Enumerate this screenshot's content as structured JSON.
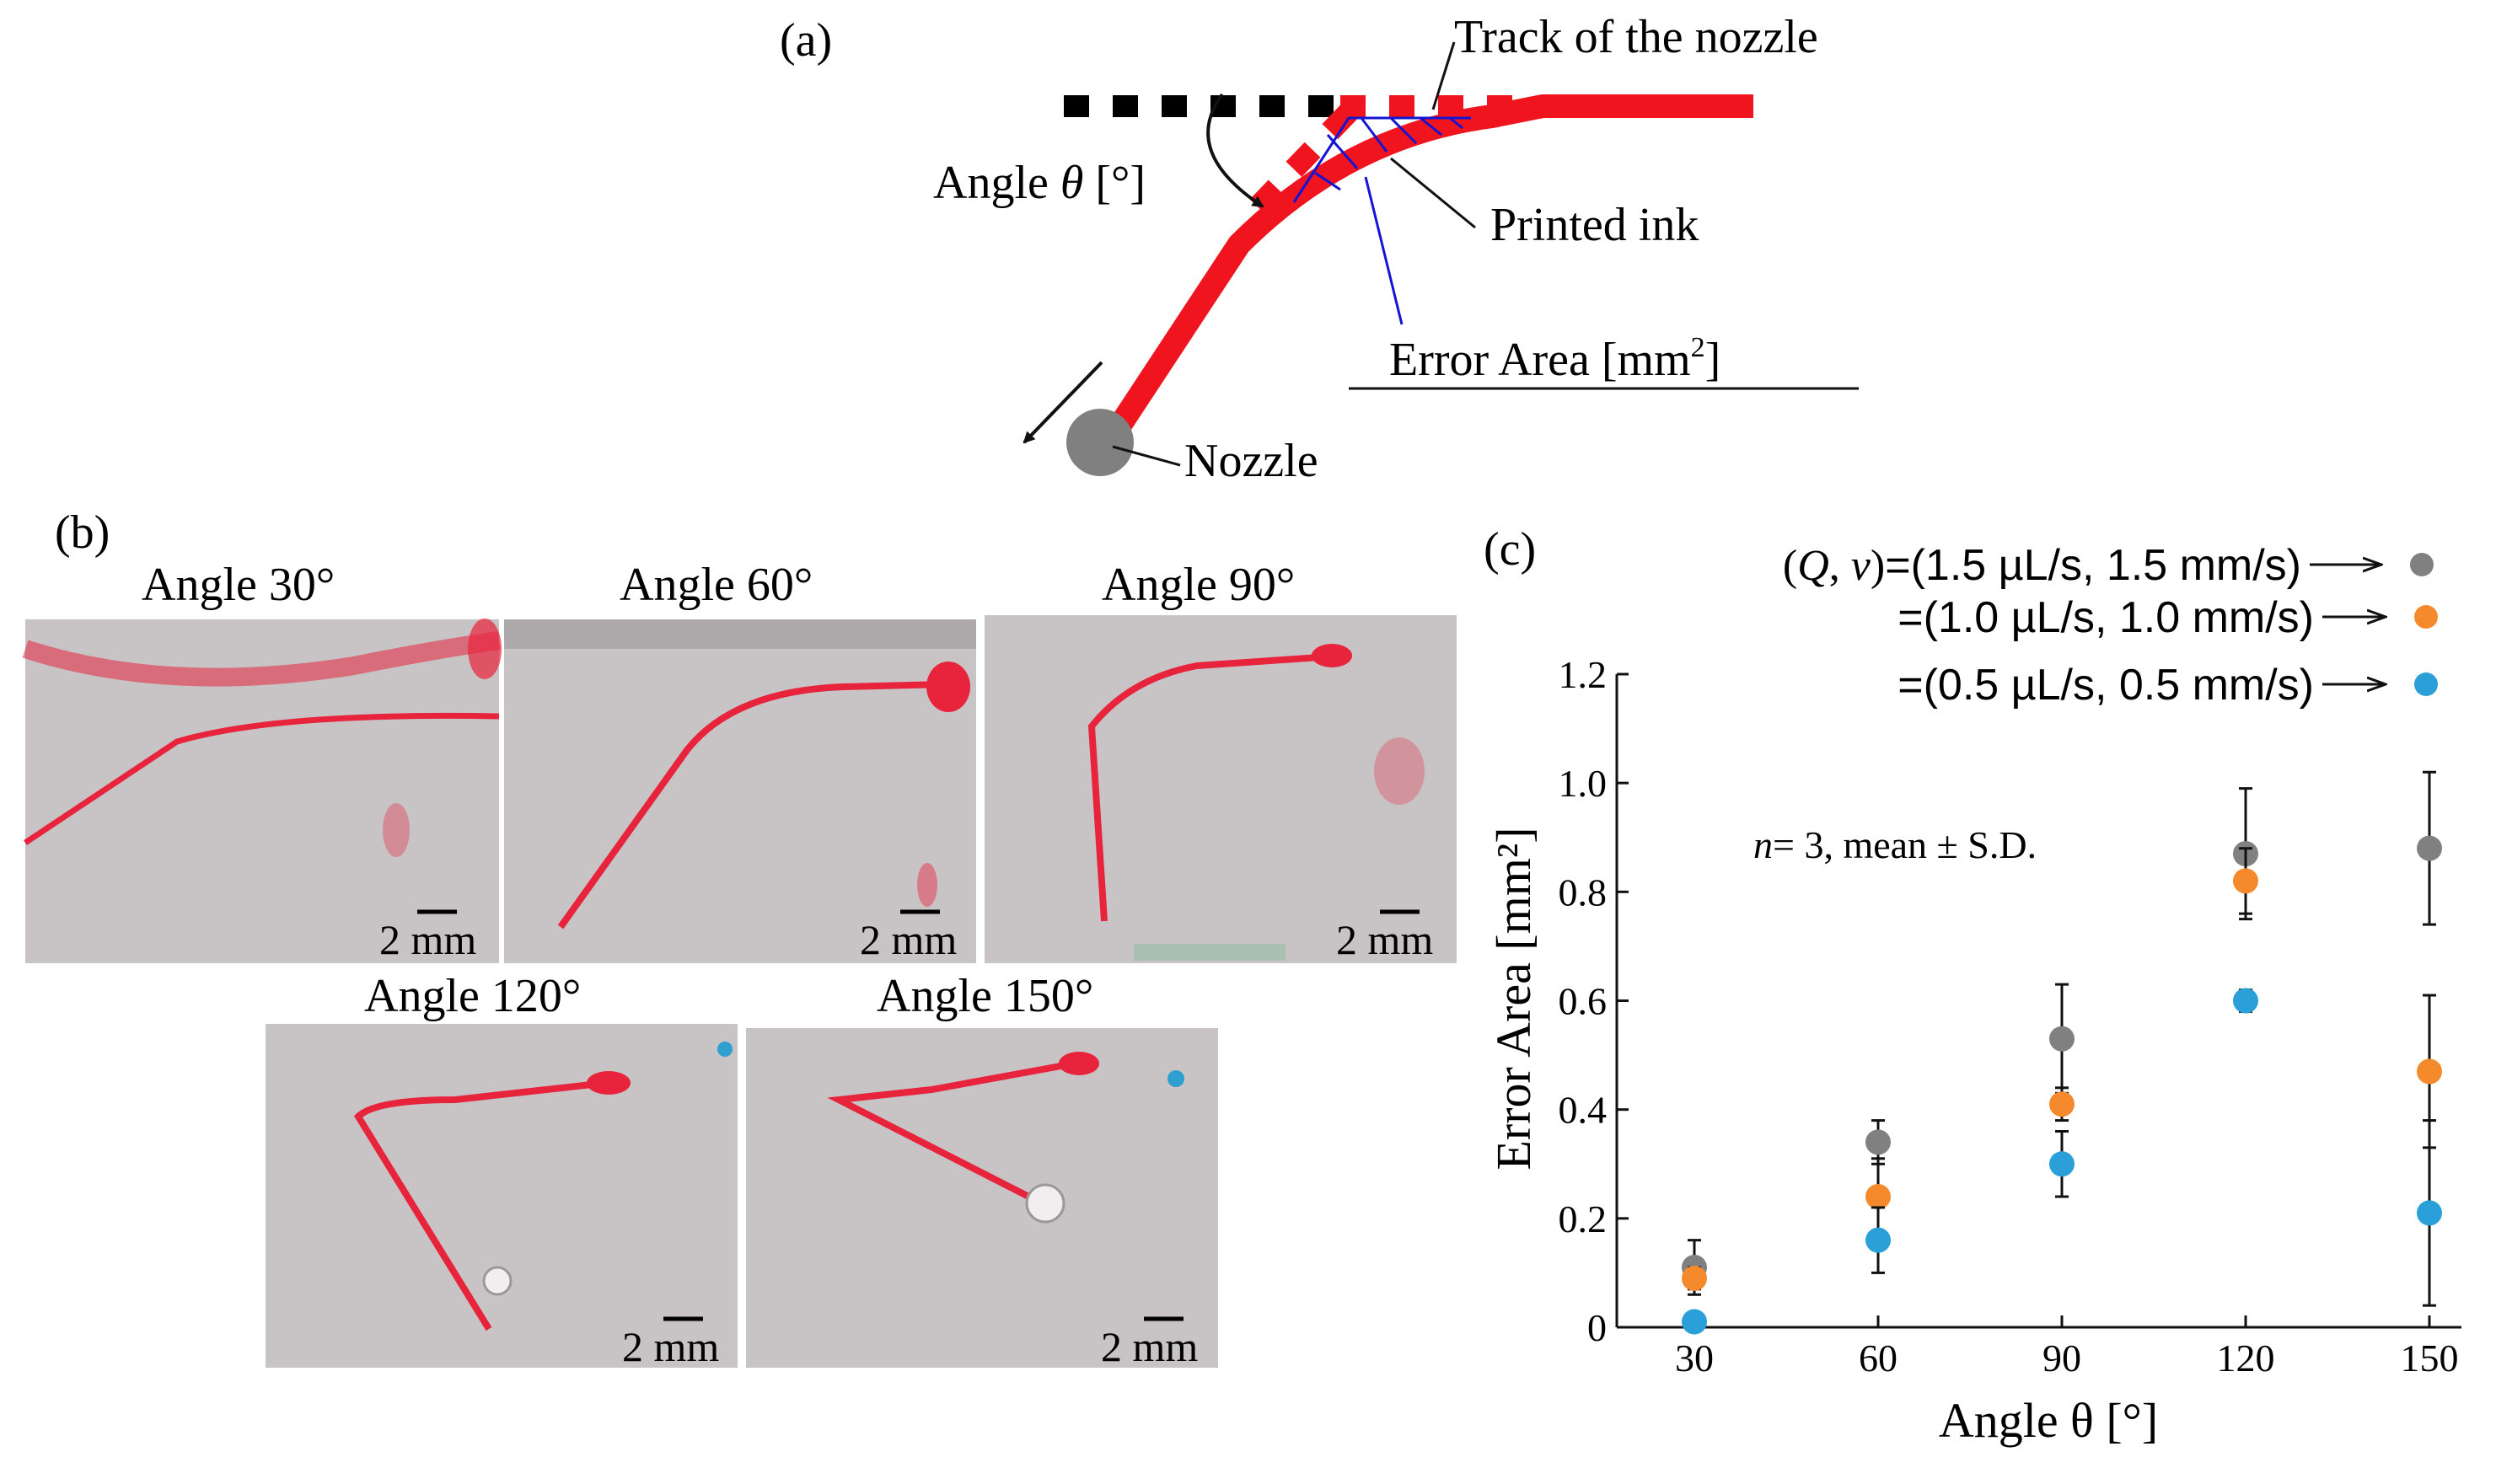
{
  "panel_a": {
    "label": "(a)",
    "track_label": "Track of the nozzle",
    "angle_label_prefix": "Angle ",
    "angle_symbol": "θ",
    "angle_label_suffix": " [°]",
    "printed_ink_label": "Printed ink",
    "error_area_label": "Error Area [mm",
    "error_area_sup": "2",
    "error_area_close": "]",
    "nozzle_label": "Nozzle",
    "colors": {
      "ink": "#f0141e",
      "track": "#000000",
      "error_lines": "#1414d2",
      "nozzle": "#808080"
    }
  },
  "panel_b": {
    "label": "(b)",
    "photos": [
      {
        "title": "Angle 30°",
        "scale": "2 mm"
      },
      {
        "title": "Angle 60°",
        "scale": "2 mm"
      },
      {
        "title": "Angle 90°",
        "scale": "2 mm"
      },
      {
        "title": "Angle 120°",
        "scale": "2 mm"
      },
      {
        "title": "Angle 150°",
        "scale": "2 mm"
      }
    ],
    "colors": {
      "photo_bg": "#c8c4c6",
      "ink": "#e8243c",
      "blue_dot": "#2f9fcf"
    }
  },
  "panel_c": {
    "label": "(c)",
    "annotation_n": "n",
    "annotation_rest": "= 3, mean ± S.D.",
    "legend": [
      {
        "prefix": "(Q, v)",
        "text": "=(1.5 µL/s, 1.5 mm/s)",
        "color": "#808080"
      },
      {
        "prefix": "",
        "text": "=(1.0 µL/s, 1.0 mm/s)",
        "color": "#f58a2c"
      },
      {
        "prefix": "",
        "text": "=(0.5 µL/s, 0.5 mm/s)",
        "color": "#2a9fd8"
      }
    ]
  },
  "chart_data": {
    "type": "scatter",
    "x": [
      30,
      60,
      90,
      120,
      150
    ],
    "xlabel": "Angle θ [°]",
    "ylabel": "Error Area [mm²]",
    "ylim": [
      0,
      1.2
    ],
    "yticks": [
      "0",
      "0.2",
      "0.4",
      "0.6",
      "0.8",
      "1.0",
      "1.2"
    ],
    "xticks": [
      "30",
      "60",
      "90",
      "120",
      "150"
    ],
    "grid": false,
    "series": [
      {
        "name": "(Q, v)=(1.5 µL/s, 1.5 mm/s)",
        "color": "#808080",
        "values": [
          0.11,
          0.34,
          0.53,
          0.87,
          0.88
        ],
        "sd": [
          0.05,
          0.04,
          0.1,
          0.12,
          0.14
        ]
      },
      {
        "name": "(Q, v)=(1.0 µL/s, 1.0 mm/s)",
        "color": "#f58a2c",
        "values": [
          0.09,
          0.24,
          0.41,
          0.82,
          0.47
        ],
        "sd": [
          0.02,
          0.07,
          0.03,
          0.06,
          0.14
        ]
      },
      {
        "name": "(Q, v)=(0.5 µL/s, 0.5 mm/s)",
        "color": "#2a9fd8",
        "values": [
          0.01,
          0.16,
          0.3,
          0.6,
          0.21
        ],
        "sd": [
          0.01,
          0.06,
          0.06,
          0.02,
          0.17
        ]
      }
    ]
  }
}
